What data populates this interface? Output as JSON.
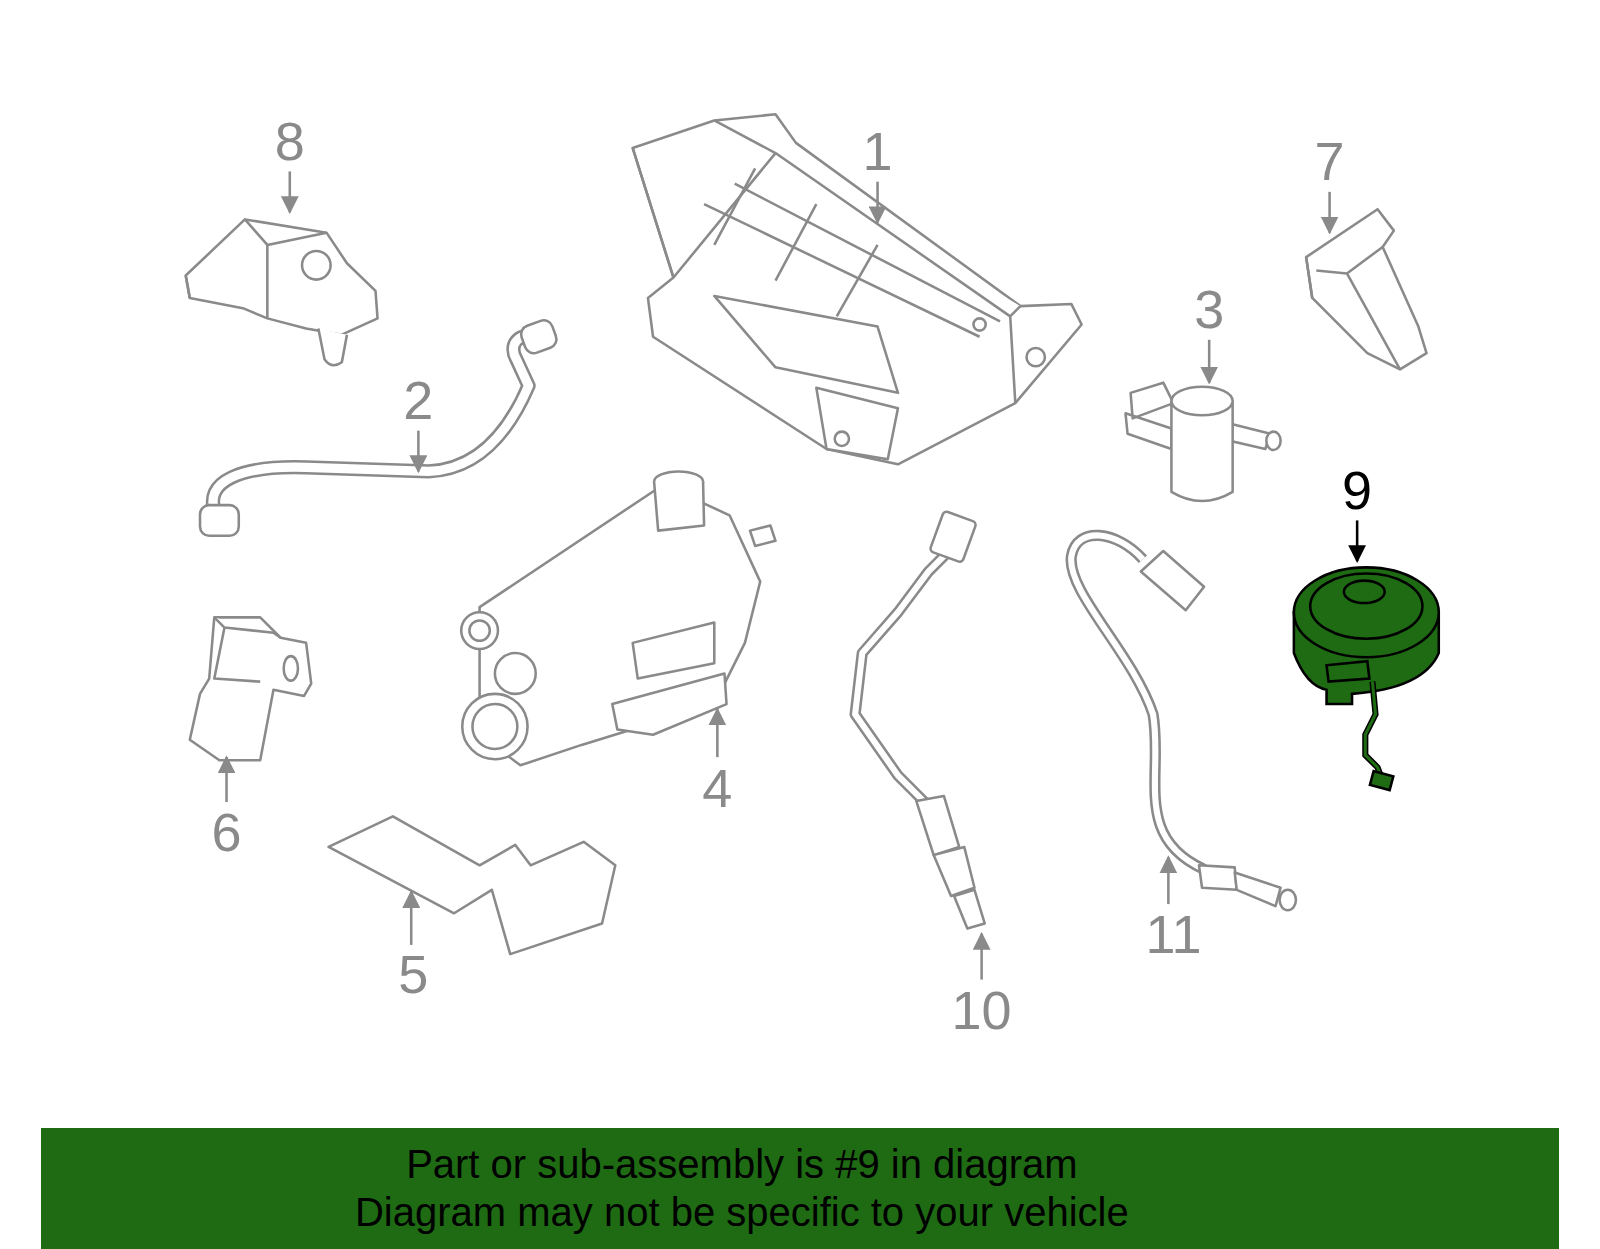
{
  "diagram": {
    "nodes": [
      {
        "text": [
          "Part or sub-assembly is #9 in diagram",
          "Diagram may not be specific to your vehicle"
        ]
      }
    ],
    "labels": [
      "8",
      "1",
      "7",
      "3",
      "2",
      "9",
      "4",
      "6",
      "11",
      "5",
      "10"
    ]
  }
}
